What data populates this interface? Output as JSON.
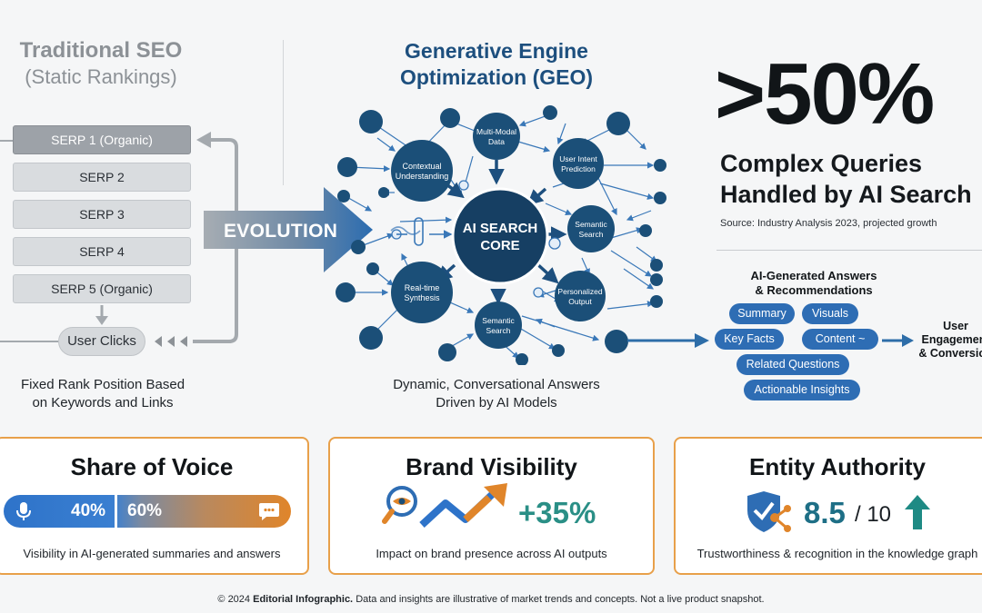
{
  "traditional": {
    "title": "Traditional SEO",
    "subtitle": "(Static Rankings)",
    "serps": [
      "SERP 1 (Organic)",
      "SERP 2",
      "SERP 3",
      "SERP 4",
      "SERP 5 (Organic)"
    ],
    "user_clicks": "User Clicks",
    "caption_line1": "Fixed Rank Position Based",
    "caption_line2": "on Keywords and Links"
  },
  "evolution_label": "EVOLUTION",
  "geo": {
    "title_line1": "Generative Engine",
    "title_line2": "Optimization (GEO)",
    "core_line1": "AI SEARCH",
    "core_line2": "CORE",
    "nodes": {
      "contextual_1": "Contextual",
      "contextual_2": "Understanding",
      "multimodal_1": "Multi-Modal",
      "multimodal_2": "Data",
      "intent_1": "User Intent",
      "intent_2": "Prediction",
      "semantic_right_1": "Semantic",
      "semantic_right_2": "Search",
      "realtime_1": "Real-time",
      "realtime_2": "Synthesis",
      "semantic_bottom_1": "Semantic",
      "semantic_bottom_2": "Search",
      "personalized_1": "Personalized",
      "personalized_2": "Output"
    },
    "caption_line1": "Dynamic, Conversational Answers",
    "caption_line2": "Driven by AI Models"
  },
  "stat": {
    "value": ">50%",
    "text_line1": "Complex Queries",
    "text_line2": "Handled by AI Search",
    "source": "Source: Industry Analysis 2023, projected growth"
  },
  "answers": {
    "title_line1": "AI-Generated Answers",
    "title_line2": "& Recommendations",
    "pills": {
      "summary": "Summary",
      "visuals": "Visuals",
      "key_facts": "Key Facts",
      "content": "Content ~",
      "related": "Related Questions",
      "insights": "Actionable Insights"
    },
    "engagement_line1": "User",
    "engagement_line2": "Engagement",
    "engagement_line3": "& Conversion"
  },
  "cards": {
    "share_of_voice": {
      "title": "Share of Voice",
      "value_left": "40%",
      "value_right": "60%",
      "fraction_left": 0.4,
      "caption": "Visibility in AI-generated summaries and answers"
    },
    "brand_visibility": {
      "title": "Brand Visibility",
      "value": "+35%",
      "caption": "Impact on brand presence across AI outputs"
    },
    "entity_authority": {
      "title": "Entity Authority",
      "value": "8.5",
      "scale": "/ 10",
      "caption": "Trustworthiness & recognition in the knowledge graph"
    }
  },
  "footer": {
    "prefix": "© 2024",
    "brand": "Editorial Infographic.",
    "text": "Data and insights are illustrative of market trends and concepts. Not a live product snapshot."
  },
  "colors": {
    "node_dark": "#1b4f78",
    "core": "#163f63",
    "arrow": "#2d6da8",
    "pill": "#2e6db4",
    "card_border": "#e8a04a",
    "accent_teal": "#2a8f86"
  }
}
